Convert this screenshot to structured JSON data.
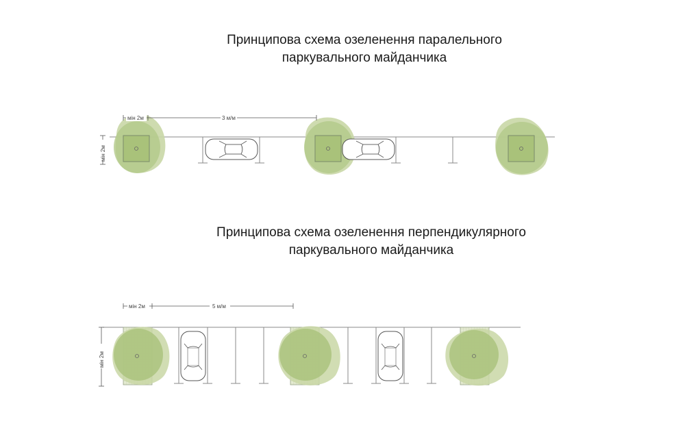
{
  "diagram1": {
    "title_line1": "Принципова схема озеленення паралельного",
    "title_line2": "паркувального майданчика",
    "dim_min_horizontal": "мін 2м",
    "dim_spacing": "3 м/м",
    "dim_min_vertical": "мін 2м"
  },
  "diagram2": {
    "title_line1": "Принципова схема озеленення перпендикулярного",
    "title_line2": "паркувального майданчика",
    "dim_min_horizontal": "мін 2м",
    "dim_spacing": "5 м/м",
    "dim_min_vertical": "мін 2м"
  },
  "colors": {
    "canopy_outer": "#c9d7a6",
    "canopy_inner": "#a9c27a",
    "line": "#8a8a8a"
  }
}
